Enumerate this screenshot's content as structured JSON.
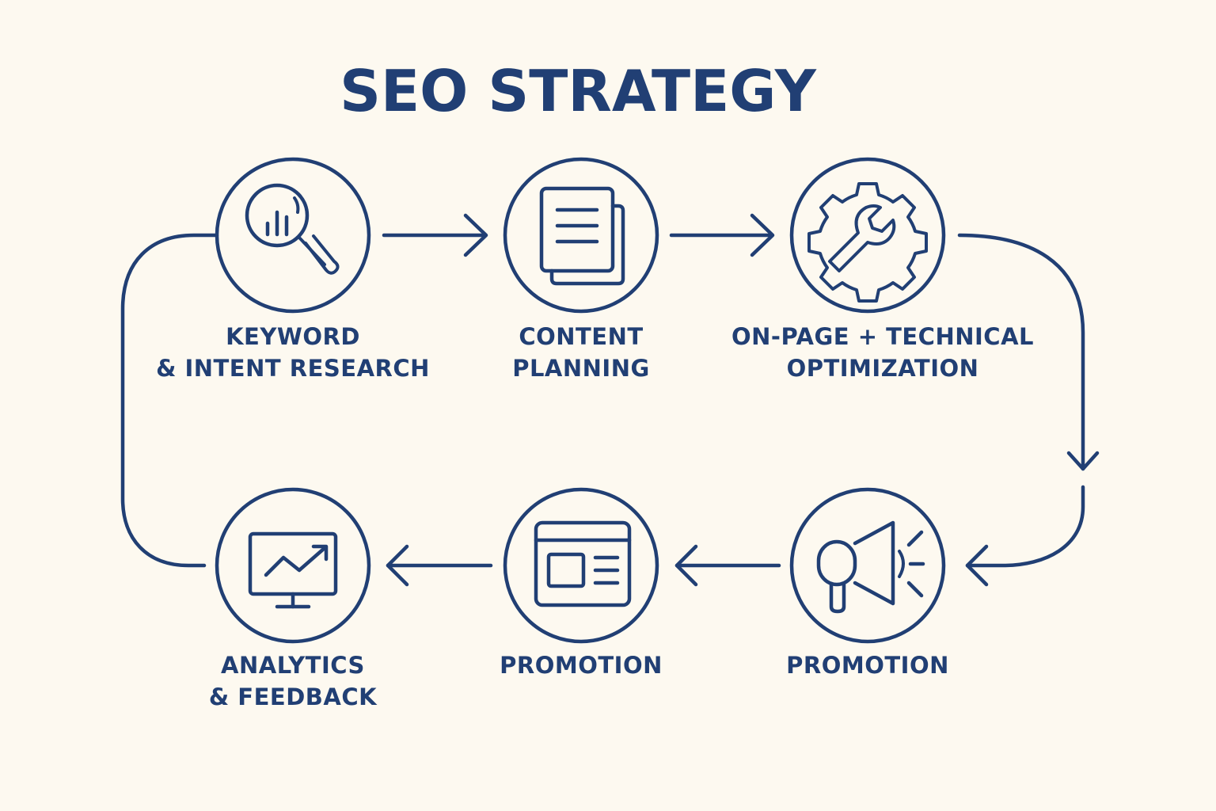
{
  "title": "SEO STRATEGY",
  "colors": {
    "ink": "#213f74",
    "background": "#fdf9f0"
  },
  "steps": [
    {
      "icon": "magnifier-chart-icon",
      "line1": "KEYWORD",
      "line2": "& INTENT RESEARCH"
    },
    {
      "icon": "document-icon",
      "line1": "CONTENT",
      "line2": "PLANNING"
    },
    {
      "icon": "gear-wrench-icon",
      "line1": "ON-PAGE + TECHNICAL",
      "line2": "OPTIMIZATION"
    },
    {
      "icon": "megaphone-icon",
      "line1": "PROMOTION",
      "line2": ""
    },
    {
      "icon": "browser-window-icon",
      "line1": "PROMOTION",
      "line2": ""
    },
    {
      "icon": "monitor-trend-icon",
      "line1": "ANALYTICS",
      "line2": "& FEEDBACK"
    }
  ]
}
